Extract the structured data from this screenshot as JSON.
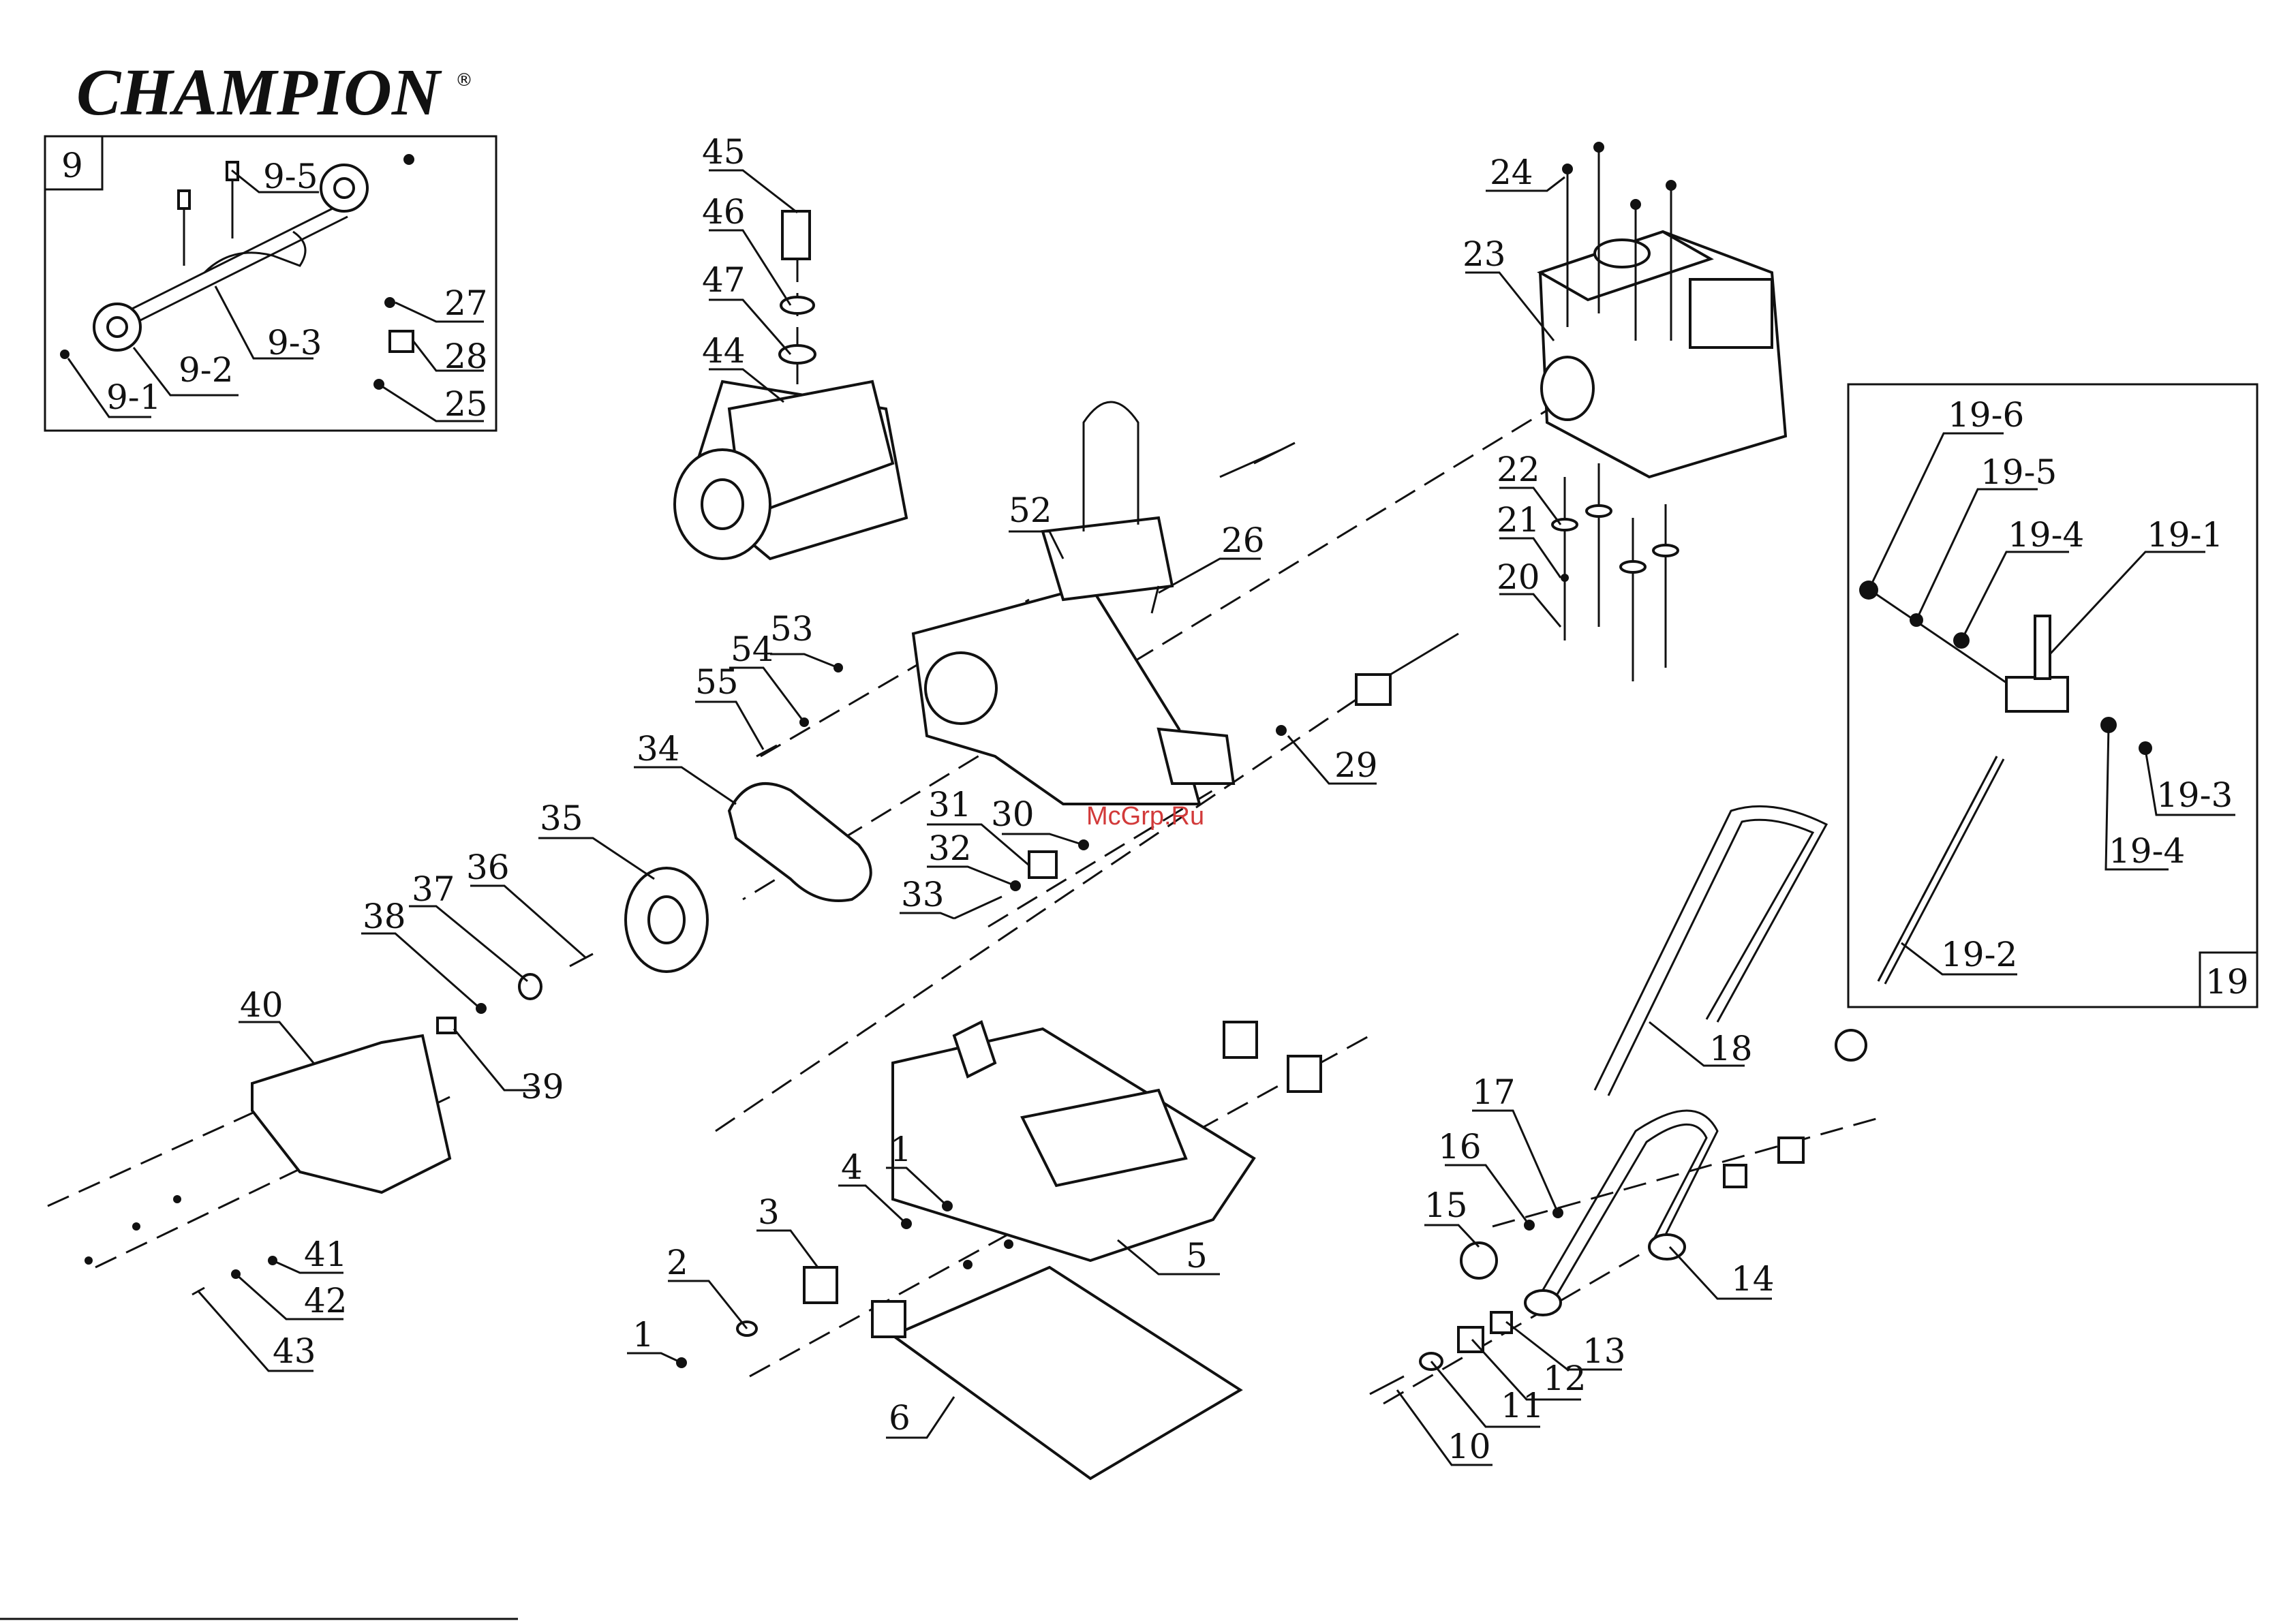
{
  "brand": {
    "name": "CHAMPION",
    "trademark": "®"
  },
  "watermark": "McGrp.Ru",
  "insets": [
    {
      "id": "9",
      "label": "9"
    },
    {
      "id": "19",
      "label": "19"
    }
  ],
  "parts": [
    {
      "id": "1a",
      "label": "1"
    },
    {
      "id": "1b",
      "label": "1"
    },
    {
      "id": "2",
      "label": "2"
    },
    {
      "id": "3",
      "label": "3"
    },
    {
      "id": "4",
      "label": "4"
    },
    {
      "id": "5",
      "label": "5"
    },
    {
      "id": "6",
      "label": "6"
    },
    {
      "id": "9-1",
      "label": "9-1"
    },
    {
      "id": "9-2",
      "label": "9-2"
    },
    {
      "id": "9-3",
      "label": "9-3"
    },
    {
      "id": "9-5",
      "label": "9-5"
    },
    {
      "id": "10",
      "label": "10"
    },
    {
      "id": "11",
      "label": "11"
    },
    {
      "id": "12",
      "label": "12"
    },
    {
      "id": "13",
      "label": "13"
    },
    {
      "id": "14",
      "label": "14"
    },
    {
      "id": "15",
      "label": "15"
    },
    {
      "id": "16",
      "label": "16"
    },
    {
      "id": "17",
      "label": "17"
    },
    {
      "id": "18",
      "label": "18"
    },
    {
      "id": "19-1",
      "label": "19-1"
    },
    {
      "id": "19-2",
      "label": "19-2"
    },
    {
      "id": "19-3",
      "label": "19-3"
    },
    {
      "id": "19-4a",
      "label": "19-4"
    },
    {
      "id": "19-4b",
      "label": "19-4"
    },
    {
      "id": "19-5",
      "label": "19-5"
    },
    {
      "id": "19-6",
      "label": "19-6"
    },
    {
      "id": "20",
      "label": "20"
    },
    {
      "id": "21",
      "label": "21"
    },
    {
      "id": "22",
      "label": "22"
    },
    {
      "id": "23",
      "label": "23"
    },
    {
      "id": "24",
      "label": "24"
    },
    {
      "id": "25",
      "label": "25"
    },
    {
      "id": "26",
      "label": "26"
    },
    {
      "id": "27",
      "label": "27"
    },
    {
      "id": "28",
      "label": "28"
    },
    {
      "id": "29",
      "label": "29"
    },
    {
      "id": "30",
      "label": "30"
    },
    {
      "id": "31",
      "label": "31"
    },
    {
      "id": "32",
      "label": "32"
    },
    {
      "id": "33",
      "label": "33"
    },
    {
      "id": "34",
      "label": "34"
    },
    {
      "id": "35",
      "label": "35"
    },
    {
      "id": "36",
      "label": "36"
    },
    {
      "id": "37",
      "label": "37"
    },
    {
      "id": "38",
      "label": "38"
    },
    {
      "id": "39",
      "label": "39"
    },
    {
      "id": "40",
      "label": "40"
    },
    {
      "id": "41",
      "label": "41"
    },
    {
      "id": "42",
      "label": "42"
    },
    {
      "id": "43",
      "label": "43"
    },
    {
      "id": "44",
      "label": "44"
    },
    {
      "id": "45",
      "label": "45"
    },
    {
      "id": "46",
      "label": "46"
    },
    {
      "id": "47",
      "label": "47"
    },
    {
      "id": "52",
      "label": "52"
    },
    {
      "id": "53",
      "label": "53"
    },
    {
      "id": "54",
      "label": "54"
    },
    {
      "id": "55",
      "label": "55"
    }
  ]
}
